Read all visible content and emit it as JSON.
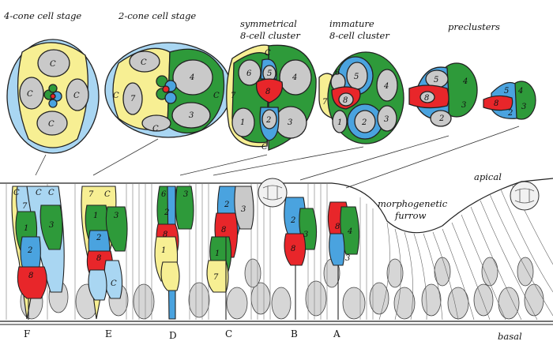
{
  "stages": [
    {
      "id": "four-cone",
      "title": [
        "4-cone cell stage"
      ]
    },
    {
      "id": "two-cone",
      "title": [
        "2-cone cell stage"
      ]
    },
    {
      "id": "symmetrical",
      "title": [
        "symmetrical",
        "8-cell cluster"
      ]
    },
    {
      "id": "immature",
      "title": [
        "immature",
        "8-cell cluster"
      ]
    },
    {
      "id": "preclusters",
      "title": [
        "preclusters"
      ]
    }
  ],
  "labels": {
    "apical": "apical",
    "furrow_line1": "morphogenetic",
    "furrow_line2": "furrow",
    "basal": "basal"
  },
  "columns": [
    "F",
    "E",
    "D",
    "C",
    "B",
    "A"
  ],
  "cell_letters": {
    "cone": "C"
  },
  "colors": {
    "blue": "#4aa3df",
    "light_blue": "#a9d6f2",
    "green": "#2e9a3a",
    "red": "#e8262a",
    "yellow": "#f7ef93",
    "grey": "#c9c9c9",
    "outline": "#222222"
  }
}
